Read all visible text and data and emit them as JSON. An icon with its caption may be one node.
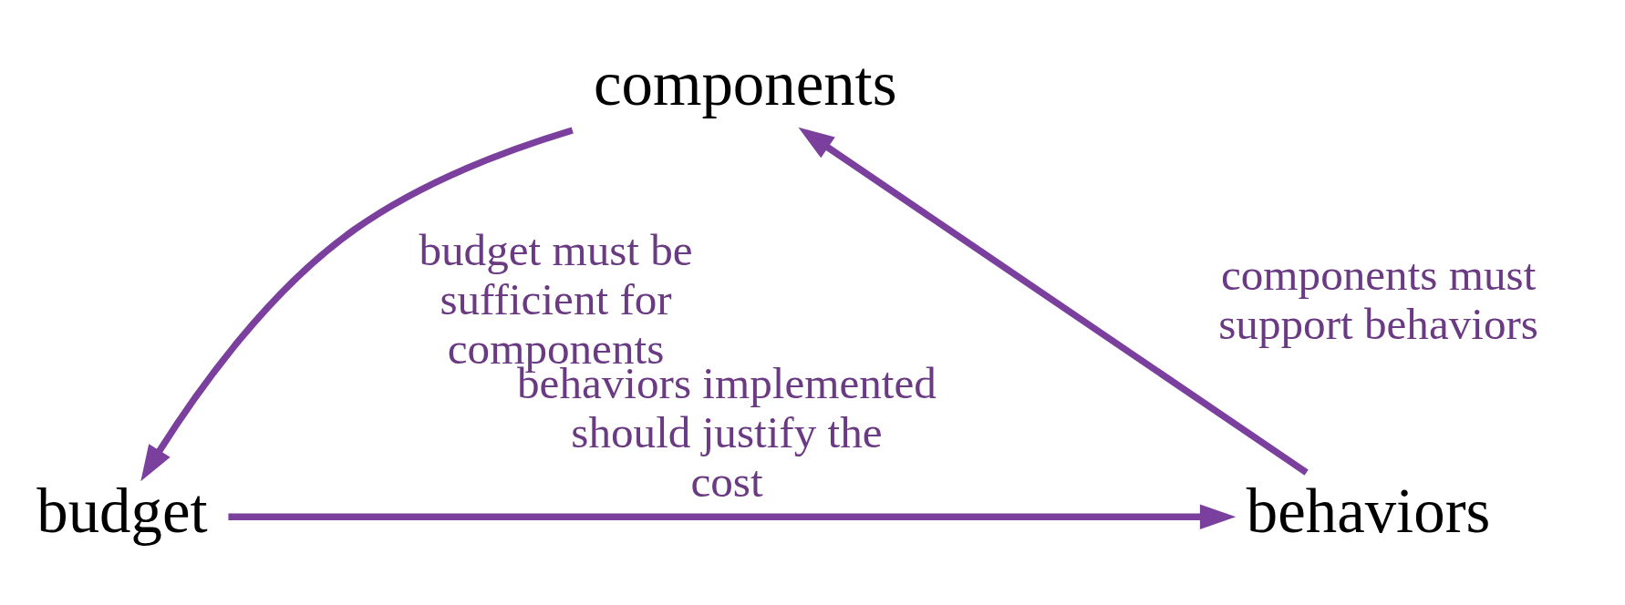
{
  "diagram": {
    "nodes": [
      {
        "text": [
          "components"
        ]
      },
      {
        "text": [
          "budget"
        ]
      },
      {
        "text": [
          "behaviors"
        ]
      }
    ],
    "edges": [
      {
        "from": 0,
        "to": 1,
        "arrow": "to",
        "label": "budget must be sufficient for components"
      },
      {
        "from": 1,
        "to": 2,
        "arrow": "to",
        "label": "behaviors implemented should justify the cost"
      },
      {
        "from": 2,
        "to": 0,
        "arrow": "to",
        "label": "components must support behaviors"
      }
    ]
  }
}
